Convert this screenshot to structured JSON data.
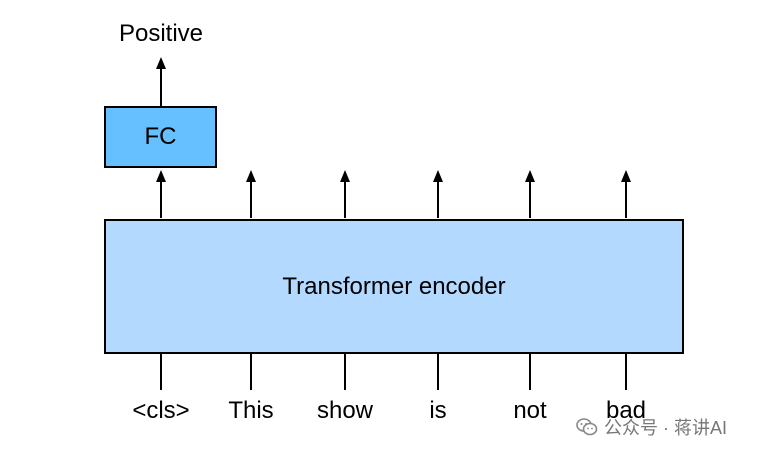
{
  "output_label": "Positive",
  "fc_label": "FC",
  "encoder_label": "Transformer encoder",
  "tokens": [
    "<cls>",
    "This",
    "show",
    "is",
    "not",
    "bad"
  ],
  "watermark": "公众号 · 蒋讲AI",
  "colors": {
    "encoder_fill": "#b3d9ff",
    "fc_fill": "#66bfff",
    "stroke": "#000000"
  }
}
